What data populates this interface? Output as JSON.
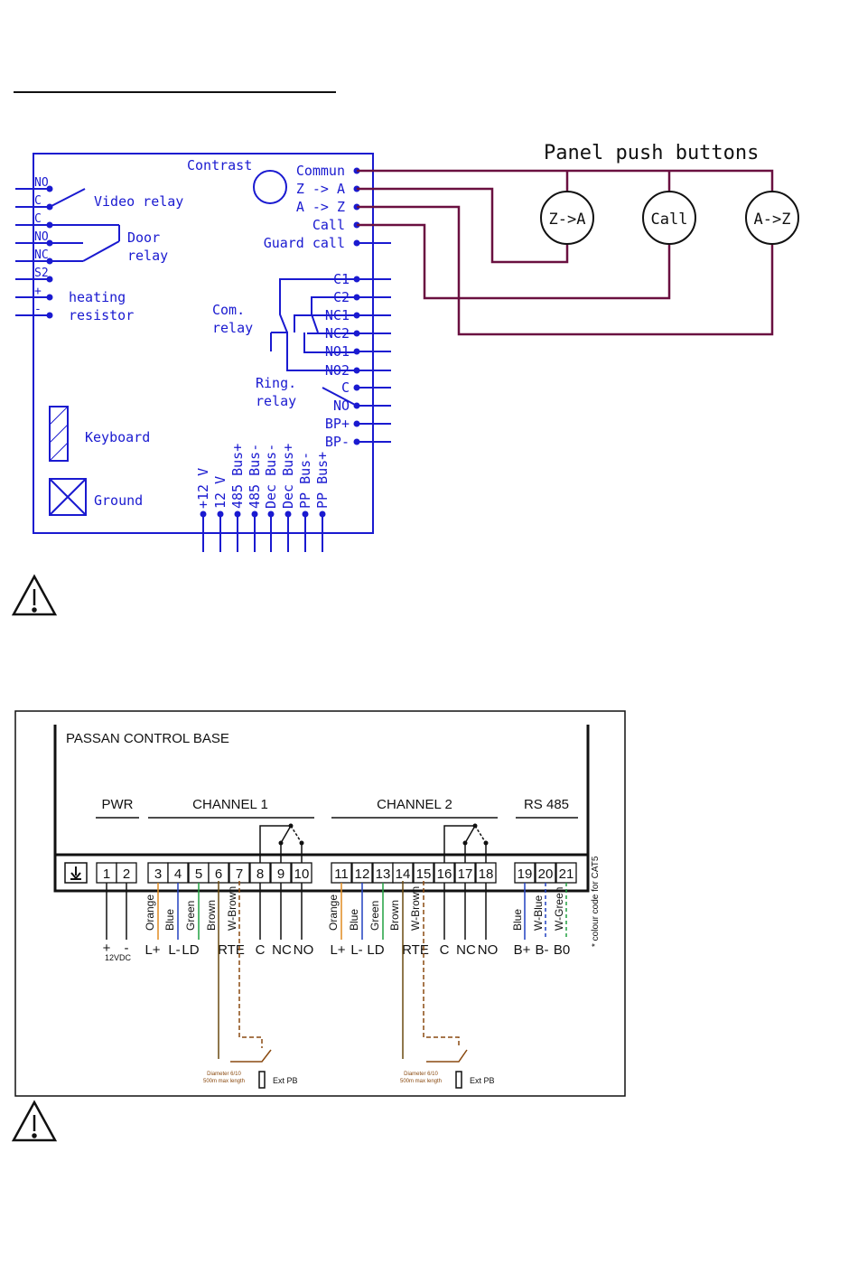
{
  "colors": {
    "panel_blue": "#1a1ad0",
    "wire_purple": "#6a1040",
    "black": "#111111",
    "orange": "#e08a20",
    "blue": "#2040c0",
    "green": "#20a040",
    "brown": "#6a4a10",
    "w_brown": "#8a4a10"
  },
  "diagram1": {
    "contrast": "Contrast",
    "left_terminals": [
      "NO",
      "C",
      "C",
      "NO",
      "NC",
      "S2",
      "+",
      "-"
    ],
    "video_relay": "Video relay",
    "door_relay": [
      "Door",
      "relay"
    ],
    "heating_resistor": [
      "heating",
      "resistor"
    ],
    "com_relay": [
      "Com.",
      "relay"
    ],
    "ring_relay": [
      "Ring.",
      "relay"
    ],
    "keyboard": "Keyboard",
    "ground": "Ground",
    "right_terminals": [
      "Commun",
      "Z -> A",
      "A -> Z",
      "Call",
      "Guard call",
      "C1",
      "C2",
      "NC1",
      "NC2",
      "NO1",
      "NO2",
      "C",
      "NO",
      "BP+",
      "BP-"
    ],
    "bottom_terminals": [
      "+12 V",
      "12 V",
      "485 Bus+",
      "485 Bus-",
      "Dec Bus-",
      "Dec Bus+",
      "PP Bus-",
      "PP Bus+"
    ],
    "panel_push_buttons": "Panel push buttons",
    "buttons": [
      "Z->A",
      "Call",
      "A->Z"
    ]
  },
  "diagram2": {
    "title": "PASSAN CONTROL BASE",
    "groups": [
      "PWR",
      "CHANNEL 1",
      "CHANNEL 2",
      "RS 485"
    ],
    "terminals": [
      "1",
      "2",
      "3",
      "4",
      "5",
      "6",
      "7",
      "8",
      "9",
      "10",
      "11",
      "12",
      "13",
      "14",
      "15",
      "16",
      "17",
      "18",
      "19",
      "20",
      "21"
    ],
    "wire_colors_ch1": [
      "Orange",
      "Blue",
      "Green",
      "Brown",
      "W-Brown"
    ],
    "wire_colors_ch2": [
      "Orange",
      "Blue",
      "Green",
      "Brown",
      "W-Brown"
    ],
    "wire_colors_rs485": [
      "Blue",
      "W-Blue",
      "W-Green"
    ],
    "cat5_note": "* colour code for CAT5",
    "pwr_labels": [
      "+",
      "-"
    ],
    "pwr_voltage": "12VDC",
    "ch1_labels": [
      "L+",
      "L-",
      "LD",
      "RTE",
      "C",
      "NC",
      "NO"
    ],
    "ch2_labels": [
      "L+",
      "L-",
      "LD",
      "RTE",
      "C",
      "NC",
      "NO"
    ],
    "rs485_labels": [
      "B+",
      "B-",
      "B0"
    ],
    "diameter_note": [
      "Diameter 6/10",
      "500m max length"
    ],
    "ext_pb": "Ext PB"
  }
}
